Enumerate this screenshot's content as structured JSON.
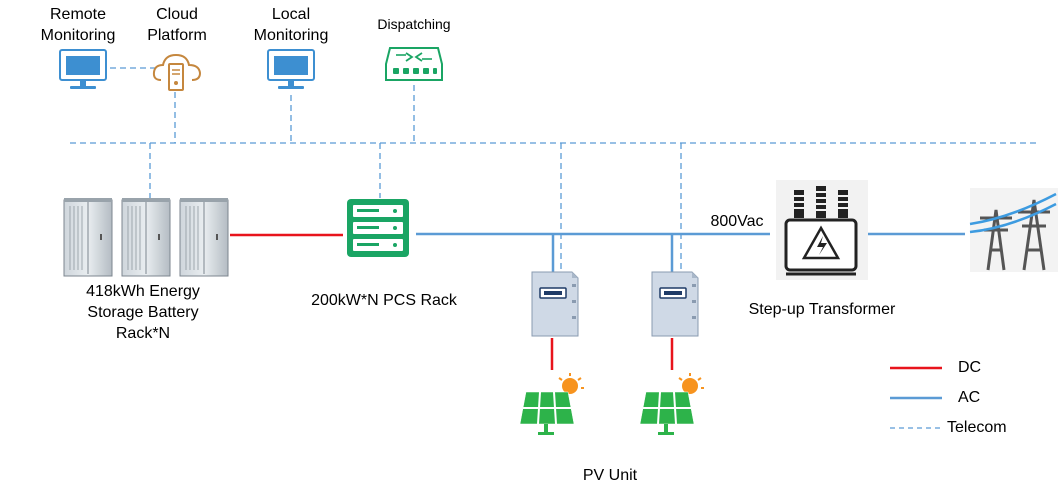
{
  "labels": {
    "remote_monitoring": [
      "Remote",
      "Monitoring"
    ],
    "cloud_platform": [
      "Cloud",
      "Platform"
    ],
    "local_monitoring": [
      "Local",
      "Monitoring"
    ],
    "dispatching": "Dispatching",
    "battery_rack": [
      "418kWh Energy",
      "Storage Battery",
      "Rack*N"
    ],
    "pcs_rack": "200kW*N PCS Rack",
    "voltage": "800Vac",
    "transformer": "Step-up Transformer",
    "pv_unit": "PV Unit"
  },
  "legend": [
    {
      "label": "DC",
      "line": "solid",
      "color": "#e8141c"
    },
    {
      "label": "AC",
      "line": "solid",
      "color": "#5b9bd5"
    },
    {
      "label": "Telecom",
      "line": "dashed",
      "color": "#5b9bd5"
    }
  ],
  "colors": {
    "dc": "#e8141c",
    "ac": "#5b9bd5",
    "telecom": "#5b9bd5",
    "monitor": "#3d8fd1",
    "cloud": "#c5873e",
    "equipment_green": "#1aa564",
    "solar_green": "#2db34a",
    "sun": "#f7931e"
  }
}
